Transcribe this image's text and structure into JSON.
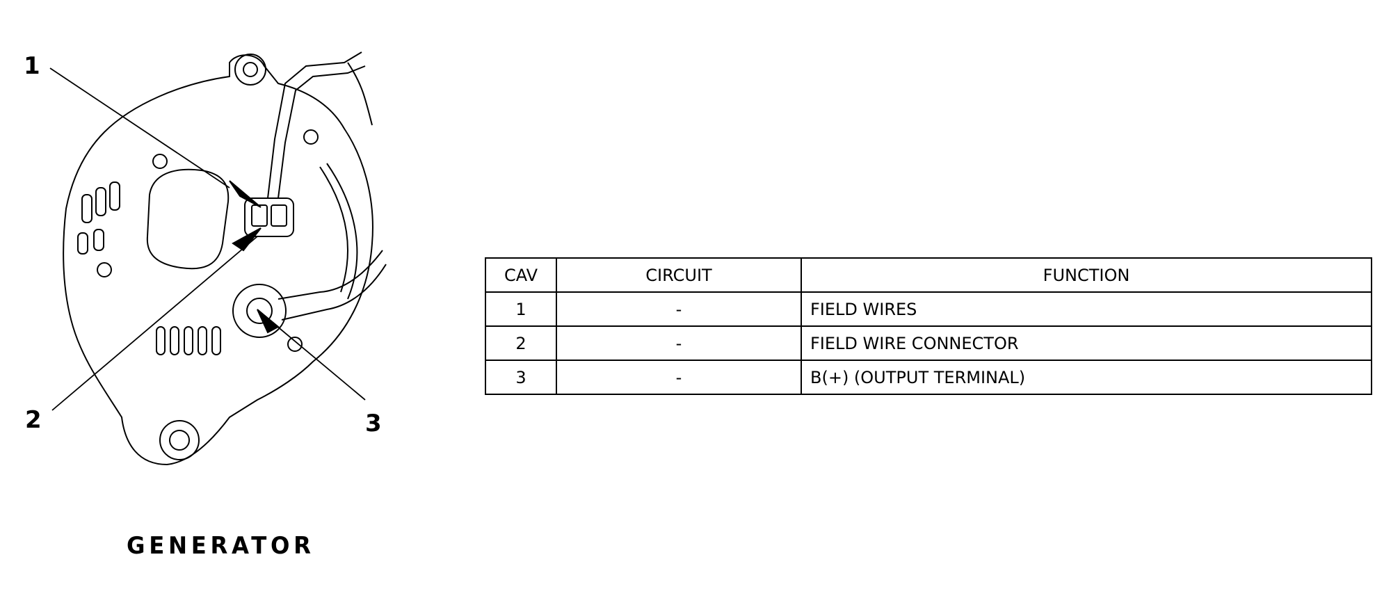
{
  "diagram": {
    "caption": "GENERATOR",
    "callouts": [
      "1",
      "2",
      "3"
    ]
  },
  "table": {
    "headers": [
      "CAV",
      "CIRCUIT",
      "FUNCTION"
    ],
    "rows": [
      {
        "cav": "1",
        "circuit": "-",
        "function": "FIELD WIRES"
      },
      {
        "cav": "2",
        "circuit": "-",
        "function": "FIELD WIRE CONNECTOR"
      },
      {
        "cav": "3",
        "circuit": "-",
        "function": "B(+) (OUTPUT TERMINAL)"
      }
    ]
  }
}
